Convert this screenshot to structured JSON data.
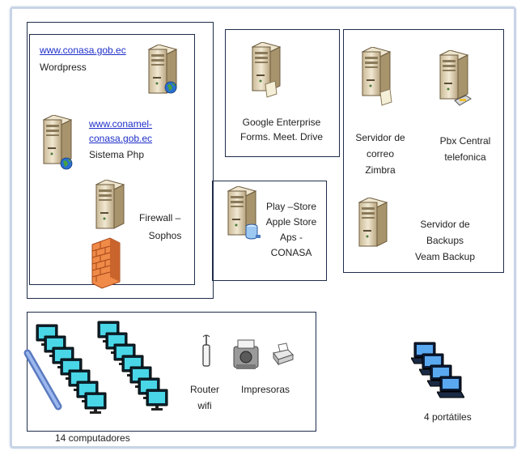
{
  "web_servers": {
    "site1": {
      "url": "www.conasa.gob.ec",
      "label": "Wordpress"
    },
    "site2": {
      "url_line1": "www.conamel-",
      "url_line2": "conasa.gob.ec",
      "label": "Sistema Php"
    },
    "firewall": {
      "line1": "Firewall –",
      "line2": "Sophos"
    }
  },
  "google": {
    "line1": "Google Enterprise",
    "line2": "Forms. Meet. Drive"
  },
  "apps": {
    "line1": "Play –Store",
    "line2": "Apple Store",
    "line3": "Aps -",
    "line4": "CONASA"
  },
  "servers": {
    "mail": {
      "line1": "Servidor de",
      "line2": "correo",
      "line3": "Zimbra"
    },
    "pbx": {
      "line1": "Pbx Central",
      "line2": "telefonica"
    },
    "backup": {
      "line1": "Servidor de",
      "line2": "Backups",
      "line3": "Veam Backup"
    }
  },
  "lan": {
    "router": {
      "line1": "Router",
      "line2": "wifi"
    },
    "printers": "Impresoras",
    "computers": "14 computadores"
  },
  "laptops": "4 portátiles",
  "colors": {
    "monitor": "#49d6e6",
    "laptop": "#5aa9f0",
    "server": "#e8dcc0",
    "firewall": "#f08a48",
    "link": "#1e2fc8"
  }
}
